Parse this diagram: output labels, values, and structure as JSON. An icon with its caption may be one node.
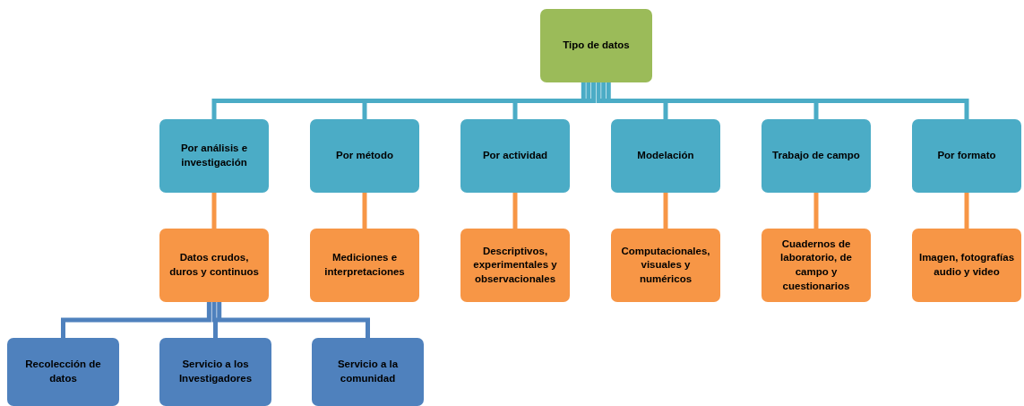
{
  "diagram": {
    "nodes": [
      {
        "text": [
          "Tipo de datos"
        ]
      },
      {
        "text": [
          "Por análisis e investigación"
        ]
      },
      {
        "text": [
          "Por método"
        ]
      },
      {
        "text": [
          "Por actividad"
        ]
      },
      {
        "text": [
          "Modelación"
        ]
      },
      {
        "text": [
          "Trabajo de campo"
        ]
      },
      {
        "text": [
          "Por formato"
        ]
      },
      {
        "text": [
          "Datos crudos, duros y continuos"
        ]
      },
      {
        "text": [
          "Mediciones e interpretaciones"
        ]
      },
      {
        "text": [
          "Descriptivos, experimentales y observacionales"
        ]
      },
      {
        "text": [
          "Computacionales, visuales y numéricos"
        ]
      },
      {
        "text": [
          "Cuadernos de laboratorio, de campo y cuestionarios"
        ]
      },
      {
        "text": [
          "Imagen, fotografías audio y video"
        ]
      },
      {
        "text": [
          "Recolección de datos"
        ]
      },
      {
        "text": [
          "Servicio a los Investigadores"
        ]
      },
      {
        "text": [
          "Servicio a la comunidad"
        ]
      }
    ],
    "edges": [
      {
        "from": 0,
        "to": 1,
        "arrow": "none",
        "color": "#4bacc6"
      },
      {
        "from": 0,
        "to": 2,
        "arrow": "none",
        "color": "#4bacc6"
      },
      {
        "from": 0,
        "to": 3,
        "arrow": "none",
        "color": "#4bacc6"
      },
      {
        "from": 0,
        "to": 4,
        "arrow": "none",
        "color": "#4bacc6"
      },
      {
        "from": 0,
        "to": 5,
        "arrow": "none",
        "color": "#4bacc6"
      },
      {
        "from": 0,
        "to": 6,
        "arrow": "none",
        "color": "#4bacc6"
      },
      {
        "from": 1,
        "to": 7,
        "arrow": "none",
        "color": "#f79646"
      },
      {
        "from": 2,
        "to": 8,
        "arrow": "none",
        "color": "#f79646"
      },
      {
        "from": 3,
        "to": 9,
        "arrow": "none",
        "color": "#f79646"
      },
      {
        "from": 4,
        "to": 10,
        "arrow": "none",
        "color": "#f79646"
      },
      {
        "from": 5,
        "to": 11,
        "arrow": "none",
        "color": "#f79646"
      },
      {
        "from": 6,
        "to": 12,
        "arrow": "none",
        "color": "#f79646"
      },
      {
        "from": 7,
        "to": 13,
        "arrow": "none",
        "color": "#4f81bd"
      },
      {
        "from": 7,
        "to": 14,
        "arrow": "none",
        "color": "#4f81bd"
      },
      {
        "from": 7,
        "to": 15,
        "arrow": "none",
        "color": "#4f81bd"
      }
    ]
  }
}
